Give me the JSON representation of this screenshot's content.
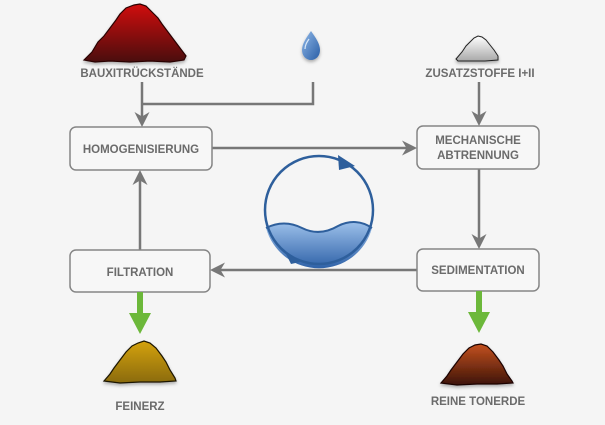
{
  "inputs": {
    "bauxite": "BAUXITRÜCKSTÄNDE",
    "additives": "ZUSATZSTOFFE I+II"
  },
  "steps": {
    "homogenization": "HOMOGENISIERUNG",
    "mechanical_1": "MECHANISCHE",
    "mechanical_2": "ABTRENNUNG",
    "filtration": "FILTRATION",
    "sedimentation": "SEDIMENTATION"
  },
  "outputs": {
    "fine_ore": "FEINERZ",
    "pure_alumina": "REINE TONERDE"
  },
  "colors": {
    "bauxite": "#b30d0d",
    "additives": "#d9d9d9",
    "fine_ore": "#c49a0a",
    "pure_alumina": "#a8421c",
    "water": "#3a6fb0",
    "arrow": "#777777",
    "output_arrow": "#6cb83a"
  }
}
